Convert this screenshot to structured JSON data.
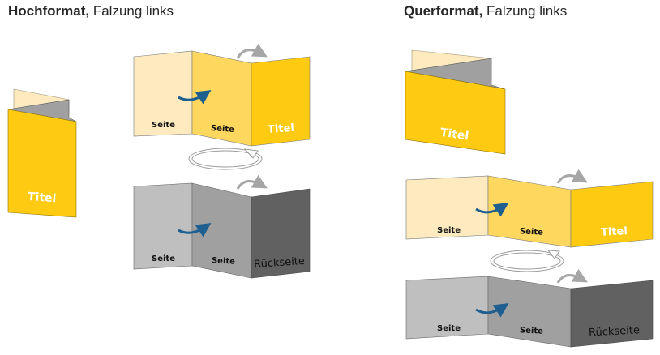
{
  "headings": {
    "left": {
      "bold": "Hochformat,",
      "rest": " Falzung links"
    },
    "right": {
      "bold": "Querformat,",
      "rest": " Falzung links"
    }
  },
  "labels": {
    "page": "Seite",
    "title": "Titel",
    "back": "Rückseite"
  },
  "colors": {
    "cream": "#FDEBBF",
    "light_yellow": "#FDD75E",
    "yellow": "#FECB12",
    "gray_light": "#BFBFBF",
    "gray_mid": "#A0A0A0",
    "gray_dark": "#616161",
    "blue_arrow": "#1F5F8F",
    "gray_arrow": "#A6A6A6"
  },
  "diagrams": [
    {
      "id": "portrait-folded",
      "format": "Hochformat",
      "state": "folded",
      "panels": [
        "Titel"
      ]
    },
    {
      "id": "portrait-front",
      "format": "Hochformat",
      "state": "unfolded-front",
      "panels": [
        "Seite",
        "Seite",
        "Titel"
      ]
    },
    {
      "id": "portrait-back",
      "format": "Hochformat",
      "state": "unfolded-back",
      "panels": [
        "Seite",
        "Seite",
        "Rückseite"
      ]
    },
    {
      "id": "landscape-folded",
      "format": "Querformat",
      "state": "folded",
      "panels": [
        "Titel"
      ]
    },
    {
      "id": "landscape-front",
      "format": "Querformat",
      "state": "unfolded-front",
      "panels": [
        "Seite",
        "Seite",
        "Titel"
      ]
    },
    {
      "id": "landscape-back",
      "format": "Querformat",
      "state": "unfolded-back",
      "panels": [
        "Seite",
        "Seite",
        "Rückseite"
      ]
    }
  ]
}
